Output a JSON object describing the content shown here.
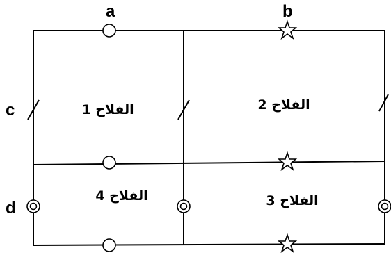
{
  "corner_labels": {
    "a": "a",
    "b": "b",
    "c": "c",
    "d": "d"
  },
  "plots": [
    {
      "label": "الفلاح 1"
    },
    {
      "label": "الفلاح 2"
    },
    {
      "label": "الفلاح 3"
    },
    {
      "label": "الفلاح 4"
    }
  ],
  "boundary_markers": {
    "a": "circle",
    "b": "star",
    "c": "slash",
    "d": "double-circle"
  }
}
